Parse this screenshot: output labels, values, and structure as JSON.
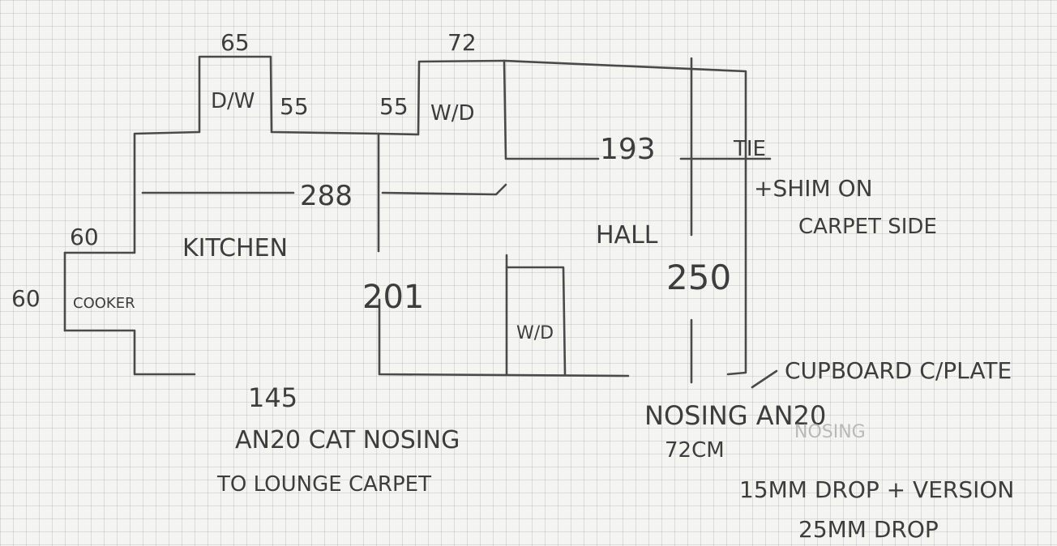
{
  "labels": {
    "dishwasher": "D/W",
    "dishwasher_width": "65",
    "dw_side_left": "55",
    "dw_side_right": "55",
    "washer_dryer": "W/D",
    "washer_dryer_width": "72",
    "kitchen": "KITCHEN",
    "kitchen_width": "288",
    "kitchen_depth": "201",
    "kitchen_bottom": "145",
    "cooker": "COOKER",
    "cooker_width": "60",
    "cooker_depth": "60",
    "cupboard": "W/D",
    "hall": "HALL",
    "hall_width": "193",
    "hall_length": "250",
    "tie": "TIE",
    "shim_note_line1": "+SHIM ON",
    "shim_note_line2": "CARPET SIDE",
    "kitchen_nosing_line1": "AN20 CAT NOSING",
    "kitchen_nosing_line2": "TO LOUNGE CARPET",
    "hall_nosing_line1": "NOSING AN20",
    "hall_nosing_line2": "72CM",
    "ghost_text": "NOSING",
    "cupboard_note": "CUPBOARD C/PLATE",
    "drop_note_line1": "15MM DROP + VERSION",
    "drop_note_line2": "25MM DROP"
  }
}
